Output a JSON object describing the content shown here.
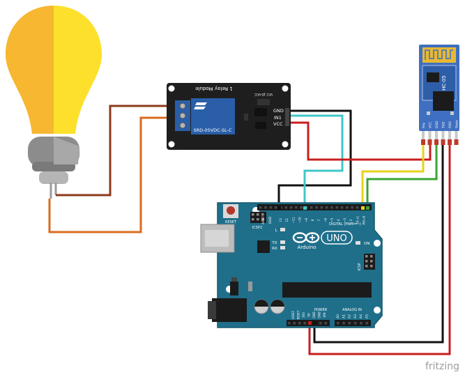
{
  "relay_module": {
    "title": "1 Relay Module",
    "relay_part": "SRD-05VDC-SL-C",
    "jumper_label": "VCC JD-VCC",
    "pin_gnd": "GND",
    "pin_in1": "IN1",
    "pin_vcc": "VCC"
  },
  "bluetooth_module": {
    "name": "HC-05",
    "pins": [
      "Key",
      "VCC",
      "GND",
      "TXD",
      "RXD",
      "State"
    ]
  },
  "arduino": {
    "brand": "Arduino",
    "model": "UNO",
    "reset_label": "RESET",
    "icsp2_label": "ICSP2",
    "icsp_label": "ICSP",
    "led_l": "L",
    "led_tx": "TX",
    "led_rx": "RX",
    "led_on": "ON",
    "digital_label": "DIGITAL (PWM=~)",
    "power_label": "POWER",
    "analog_label": "ANALOG IN",
    "aref_label": "AREF",
    "gnd_label": "GND",
    "digital_pins": [
      "13",
      "12",
      "~11",
      "~10",
      "~9",
      "8",
      "7",
      "~6",
      "~5",
      "4",
      "~3",
      "2",
      "TX→1",
      "RX←0"
    ],
    "power_pins": [
      "IOREF",
      "RESET",
      "3V3",
      "5V",
      "GND",
      "GND",
      "VIN"
    ],
    "analog_pins": [
      "A0",
      "A1",
      "A2",
      "A3",
      "A4",
      "A5"
    ]
  },
  "watermark": "fritzing",
  "colors": {
    "board": "#1f6f8b",
    "board_edge": "#17596f",
    "relay_board": "#1e1e1e",
    "relay_blue": "#2a5ea8",
    "bt_board": "#3f6fc0",
    "bulb_left": "#f7b731",
    "bulb_right": "#fde02b",
    "wire_brown": "#8b3a1a",
    "wire_orange": "#d96b1c",
    "wire_black": "#111111",
    "wire_cyan": "#3fc7c7",
    "wire_red": "#c81e1e",
    "wire_yellow": "#e8d21d",
    "wire_green": "#3aa635"
  }
}
